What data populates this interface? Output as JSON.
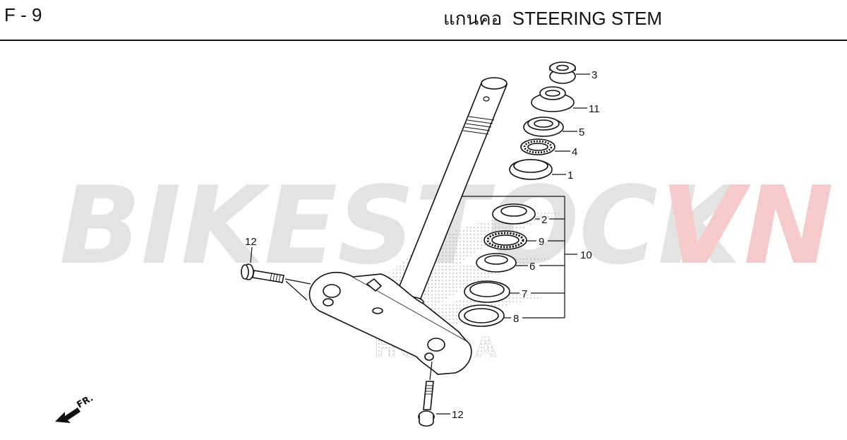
{
  "header": {
    "code": "F - 9",
    "title": "แกนคอ  STEERING STEM"
  },
  "watermark": {
    "part1": "BIKESTOCK",
    "part2": "VN",
    "color1": "#e3e3e3",
    "color2": "#f6caca"
  },
  "logo_text": "HONDA",
  "direction_label": "FR.",
  "callouts": {
    "c3": "3",
    "c11": "11",
    "c5": "5",
    "c4": "4",
    "c1": "1",
    "c2": "2",
    "c9": "9",
    "c10": "10",
    "c6": "6",
    "c7": "7",
    "c8": "8",
    "c12a": "12",
    "c12b": "12"
  }
}
